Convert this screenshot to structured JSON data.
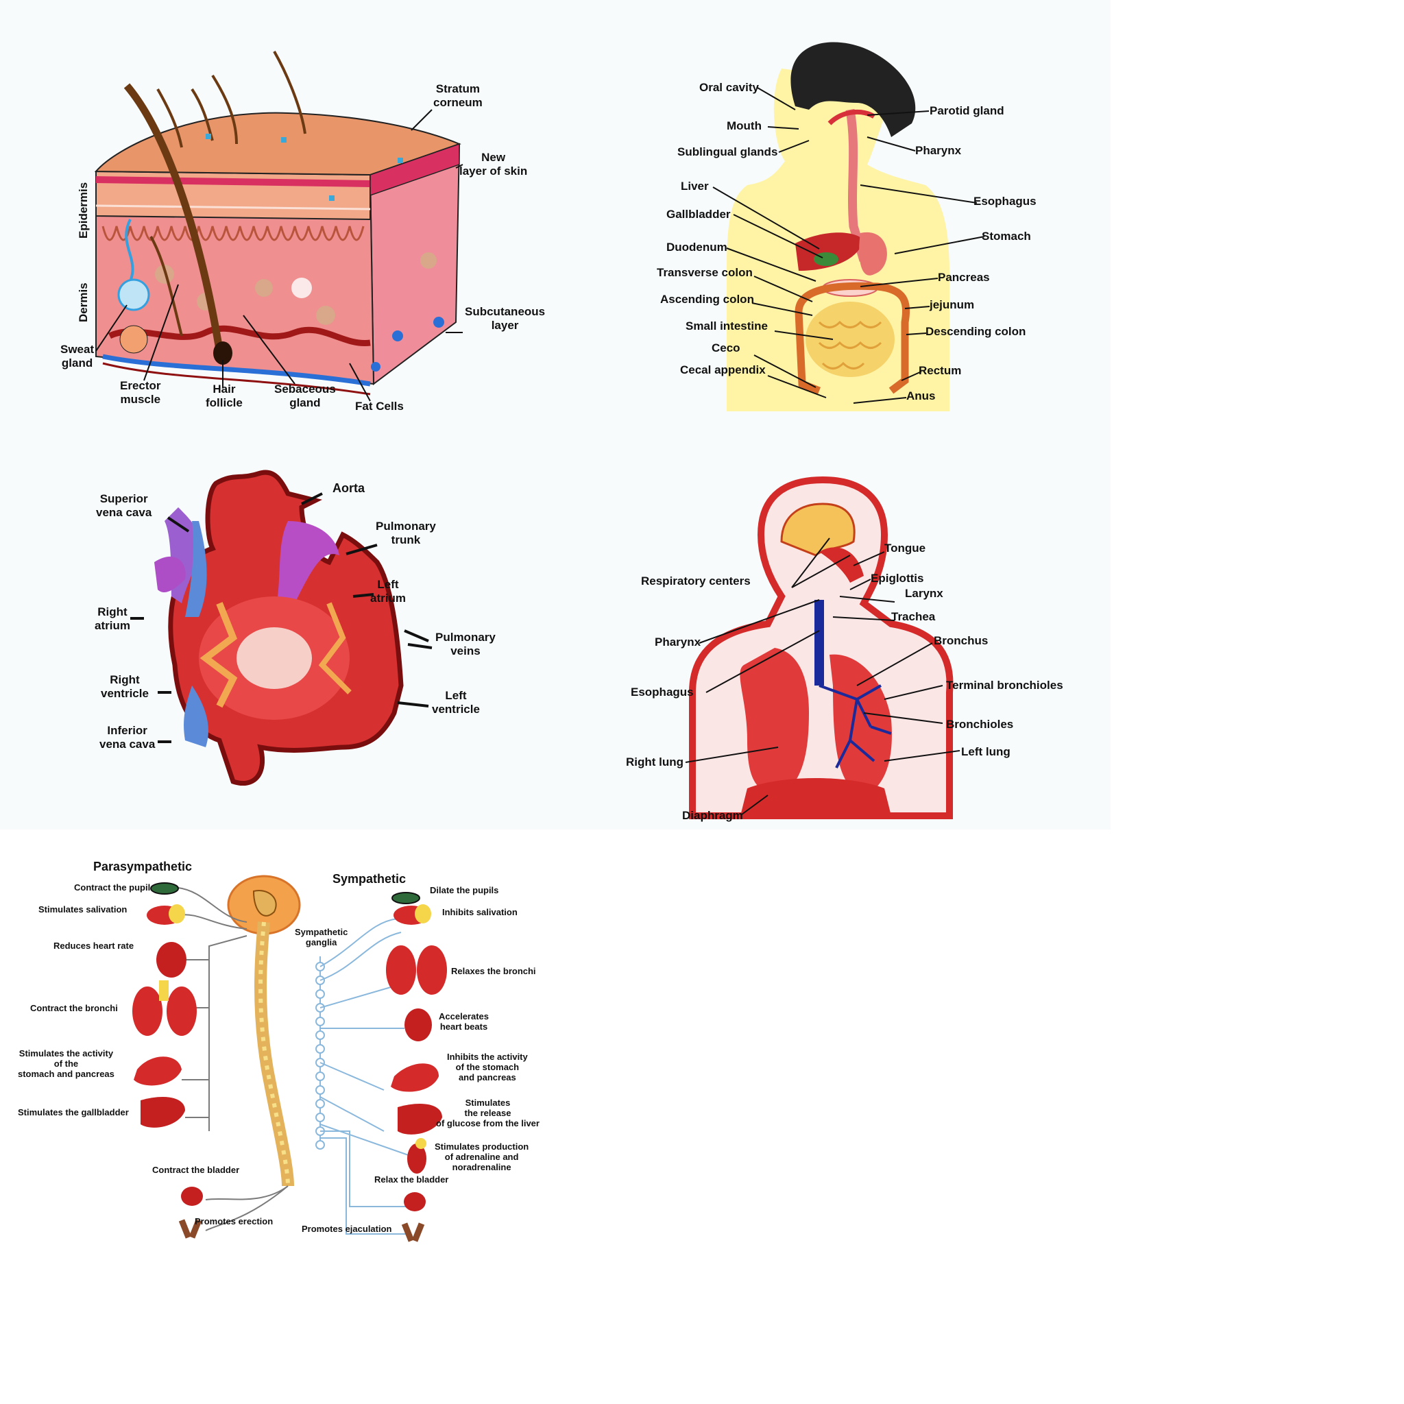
{
  "panels": {
    "skin": {
      "layer_labels": {
        "epidermis": "Epidermis",
        "dermis": "Dermis"
      },
      "labels": {
        "stratum_corneum": "Stratum\ncorneum",
        "new_layer": "New\nlayer of skin",
        "subcutaneous": "Subcutaneous\nlayer",
        "sweat_gland": "Sweat\ngland",
        "erector_muscle": "Erector\nmuscle",
        "hair_follicle": "Hair\nfollicle",
        "sebaceous_gland": "Sebaceous\ngland",
        "fat_cells": "Fat Cells"
      }
    },
    "digestive": {
      "labels": {
        "oral_cavity": "Oral cavity",
        "mouth": "Mouth",
        "sublingual": "Sublingual glands",
        "liver": "Liver",
        "gallbladder": "Gallbladder",
        "duodenum": "Duodenum",
        "transverse_colon": "Transverse colon",
        "ascending_colon": "Ascending colon",
        "small_intestine": "Small intestine",
        "ceco": "Ceco",
        "cecal_appendix": "Cecal appendix",
        "parotid": "Parotid gland",
        "pharynx": "Pharynx",
        "esophagus": "Esophagus",
        "stomach": "Stomach",
        "pancreas": "Pancreas",
        "jejunum": "jejunum",
        "descending_colon": "Descending colon",
        "rectum": "Rectum",
        "anus": "Anus"
      }
    },
    "heart": {
      "labels": {
        "superior_vena_cava": "Superior\nvena cava",
        "aorta": "Aorta",
        "pulmonary_trunk": "Pulmonary\ntrunk",
        "left_atrium": "Left\natrium",
        "right_atrium": "Right\natrium",
        "pulmonary_veins": "Pulmonary\nveins",
        "right_ventricle": "Right\nventricle",
        "left_ventricle": "Left\nventricle",
        "inferior_vena_cava": "Inferior\nvena cava"
      }
    },
    "respiratory": {
      "labels": {
        "tongue": "Tongue",
        "respiratory_centers": "Respiratory centers",
        "epiglottis": "Epiglottis",
        "larynx": "Larynx",
        "trachea": "Trachea",
        "pharynx": "Pharynx",
        "bronchus": "Bronchus",
        "esophagus": "Esophagus",
        "terminal_bronchioles": "Terminal bronchioles",
        "bronchioles": "Bronchioles",
        "right_lung": "Right lung",
        "left_lung": "Left lung",
        "diaphragm": "Diaphragm"
      }
    },
    "nervous": {
      "parasympathetic_title": "Parasympathetic",
      "sympathetic_title": "Sympathetic",
      "ganglia": "Sympathetic\nganglia",
      "left": {
        "pupil": "Contract the pupil",
        "salivation": "Stimulates salivation",
        "heart": "Reduces heart rate",
        "bronchi": "Contract the bronchi",
        "stomach": "Stimulates the activity\nof the\nstomach and pancreas",
        "gallbladder": "Stimulates the gallbladder",
        "bladder": "Contract the bladder",
        "erection": "Promotes erection"
      },
      "right": {
        "pupils": "Dilate the pupils",
        "salivation": "Inhibits salivation",
        "bronchi": "Relaxes the bronchi",
        "heart": "Accelerates\nheart beats",
        "stomach": "Inhibits the activity\nof the stomach\nand pancreas",
        "glucose": "Stimulates\nthe release\nof glucose from the liver",
        "adrenaline": "Stimulates production\nof adrenaline and\nnoradrenaline",
        "bladder": "Relax the bladder",
        "ejaculation": "Promotes ejaculation"
      }
    }
  },
  "colors": {
    "organ_red": "#d42a2a",
    "dark_red": "#8e1010",
    "skin_tan": "#e8956a",
    "dermis_pink": "#ef8f8f",
    "body_yellow": "#fff3a6",
    "vessel_blue": "#2a6fd6",
    "nerve_blue": "#8ab8dc",
    "spine_gold": "#e3b25a"
  }
}
